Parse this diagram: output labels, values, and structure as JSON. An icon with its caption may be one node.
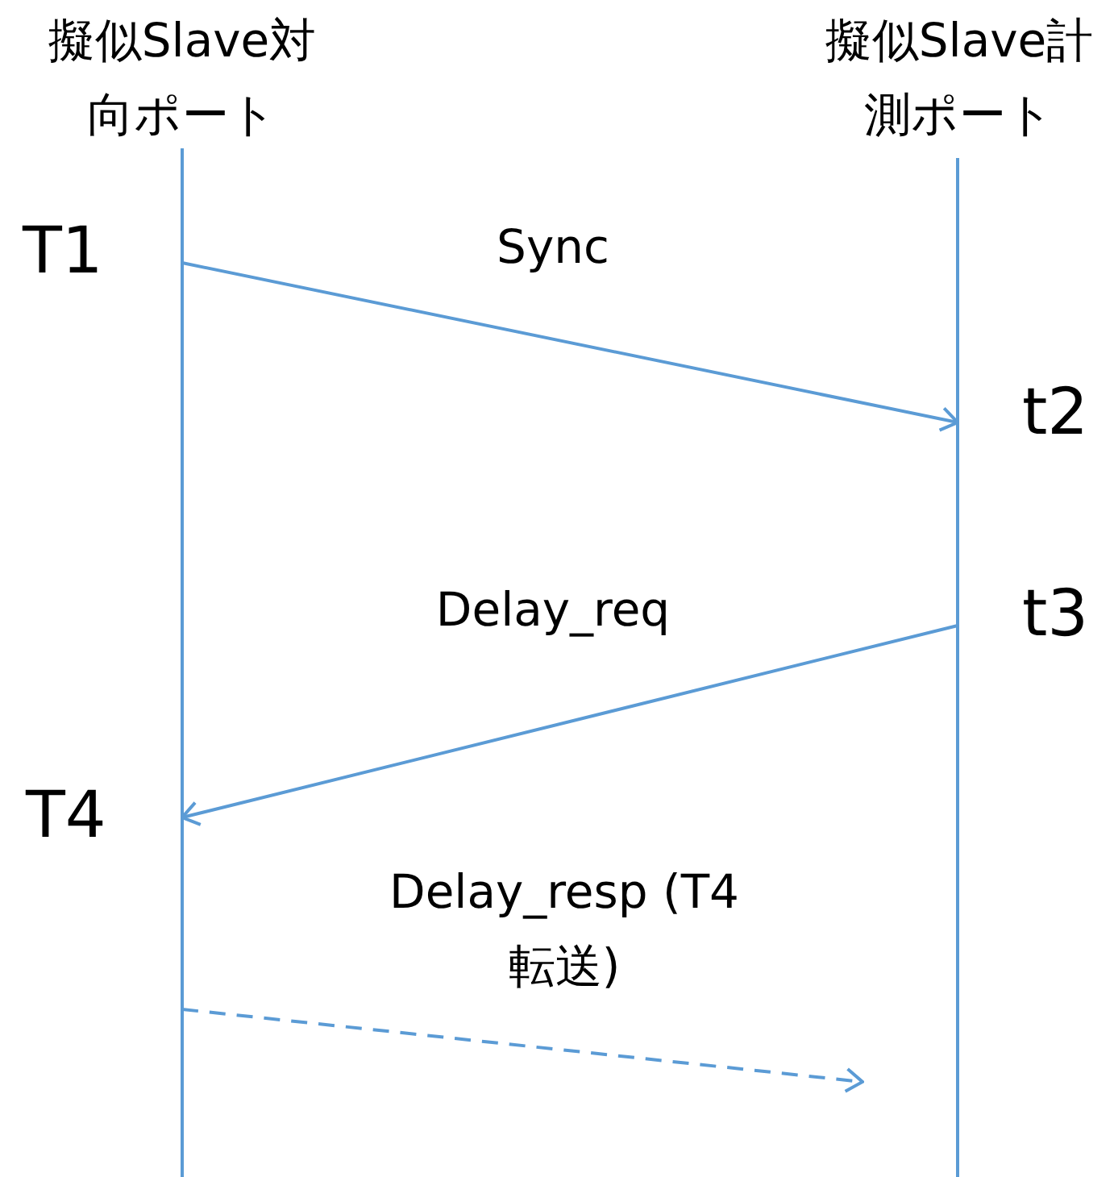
{
  "diagram": {
    "nodes": [
      {
        "text": [
          "擬似Slave対向ポート"
        ]
      },
      {
        "text": [
          "擬似Slave計測ポート"
        ]
      }
    ],
    "edges": [
      {
        "from": 0,
        "to": 1,
        "arrow": "to",
        "label": "Sync"
      },
      {
        "from": 1,
        "to": 0,
        "arrow": "to",
        "label": "Delay_req"
      },
      {
        "from": 0,
        "to": null,
        "arrow": "to",
        "label": "Delay_resp (T4転送)",
        "style": "dashed"
      }
    ],
    "labels": [
      "T1",
      "t2",
      "t3",
      "T4"
    ]
  }
}
